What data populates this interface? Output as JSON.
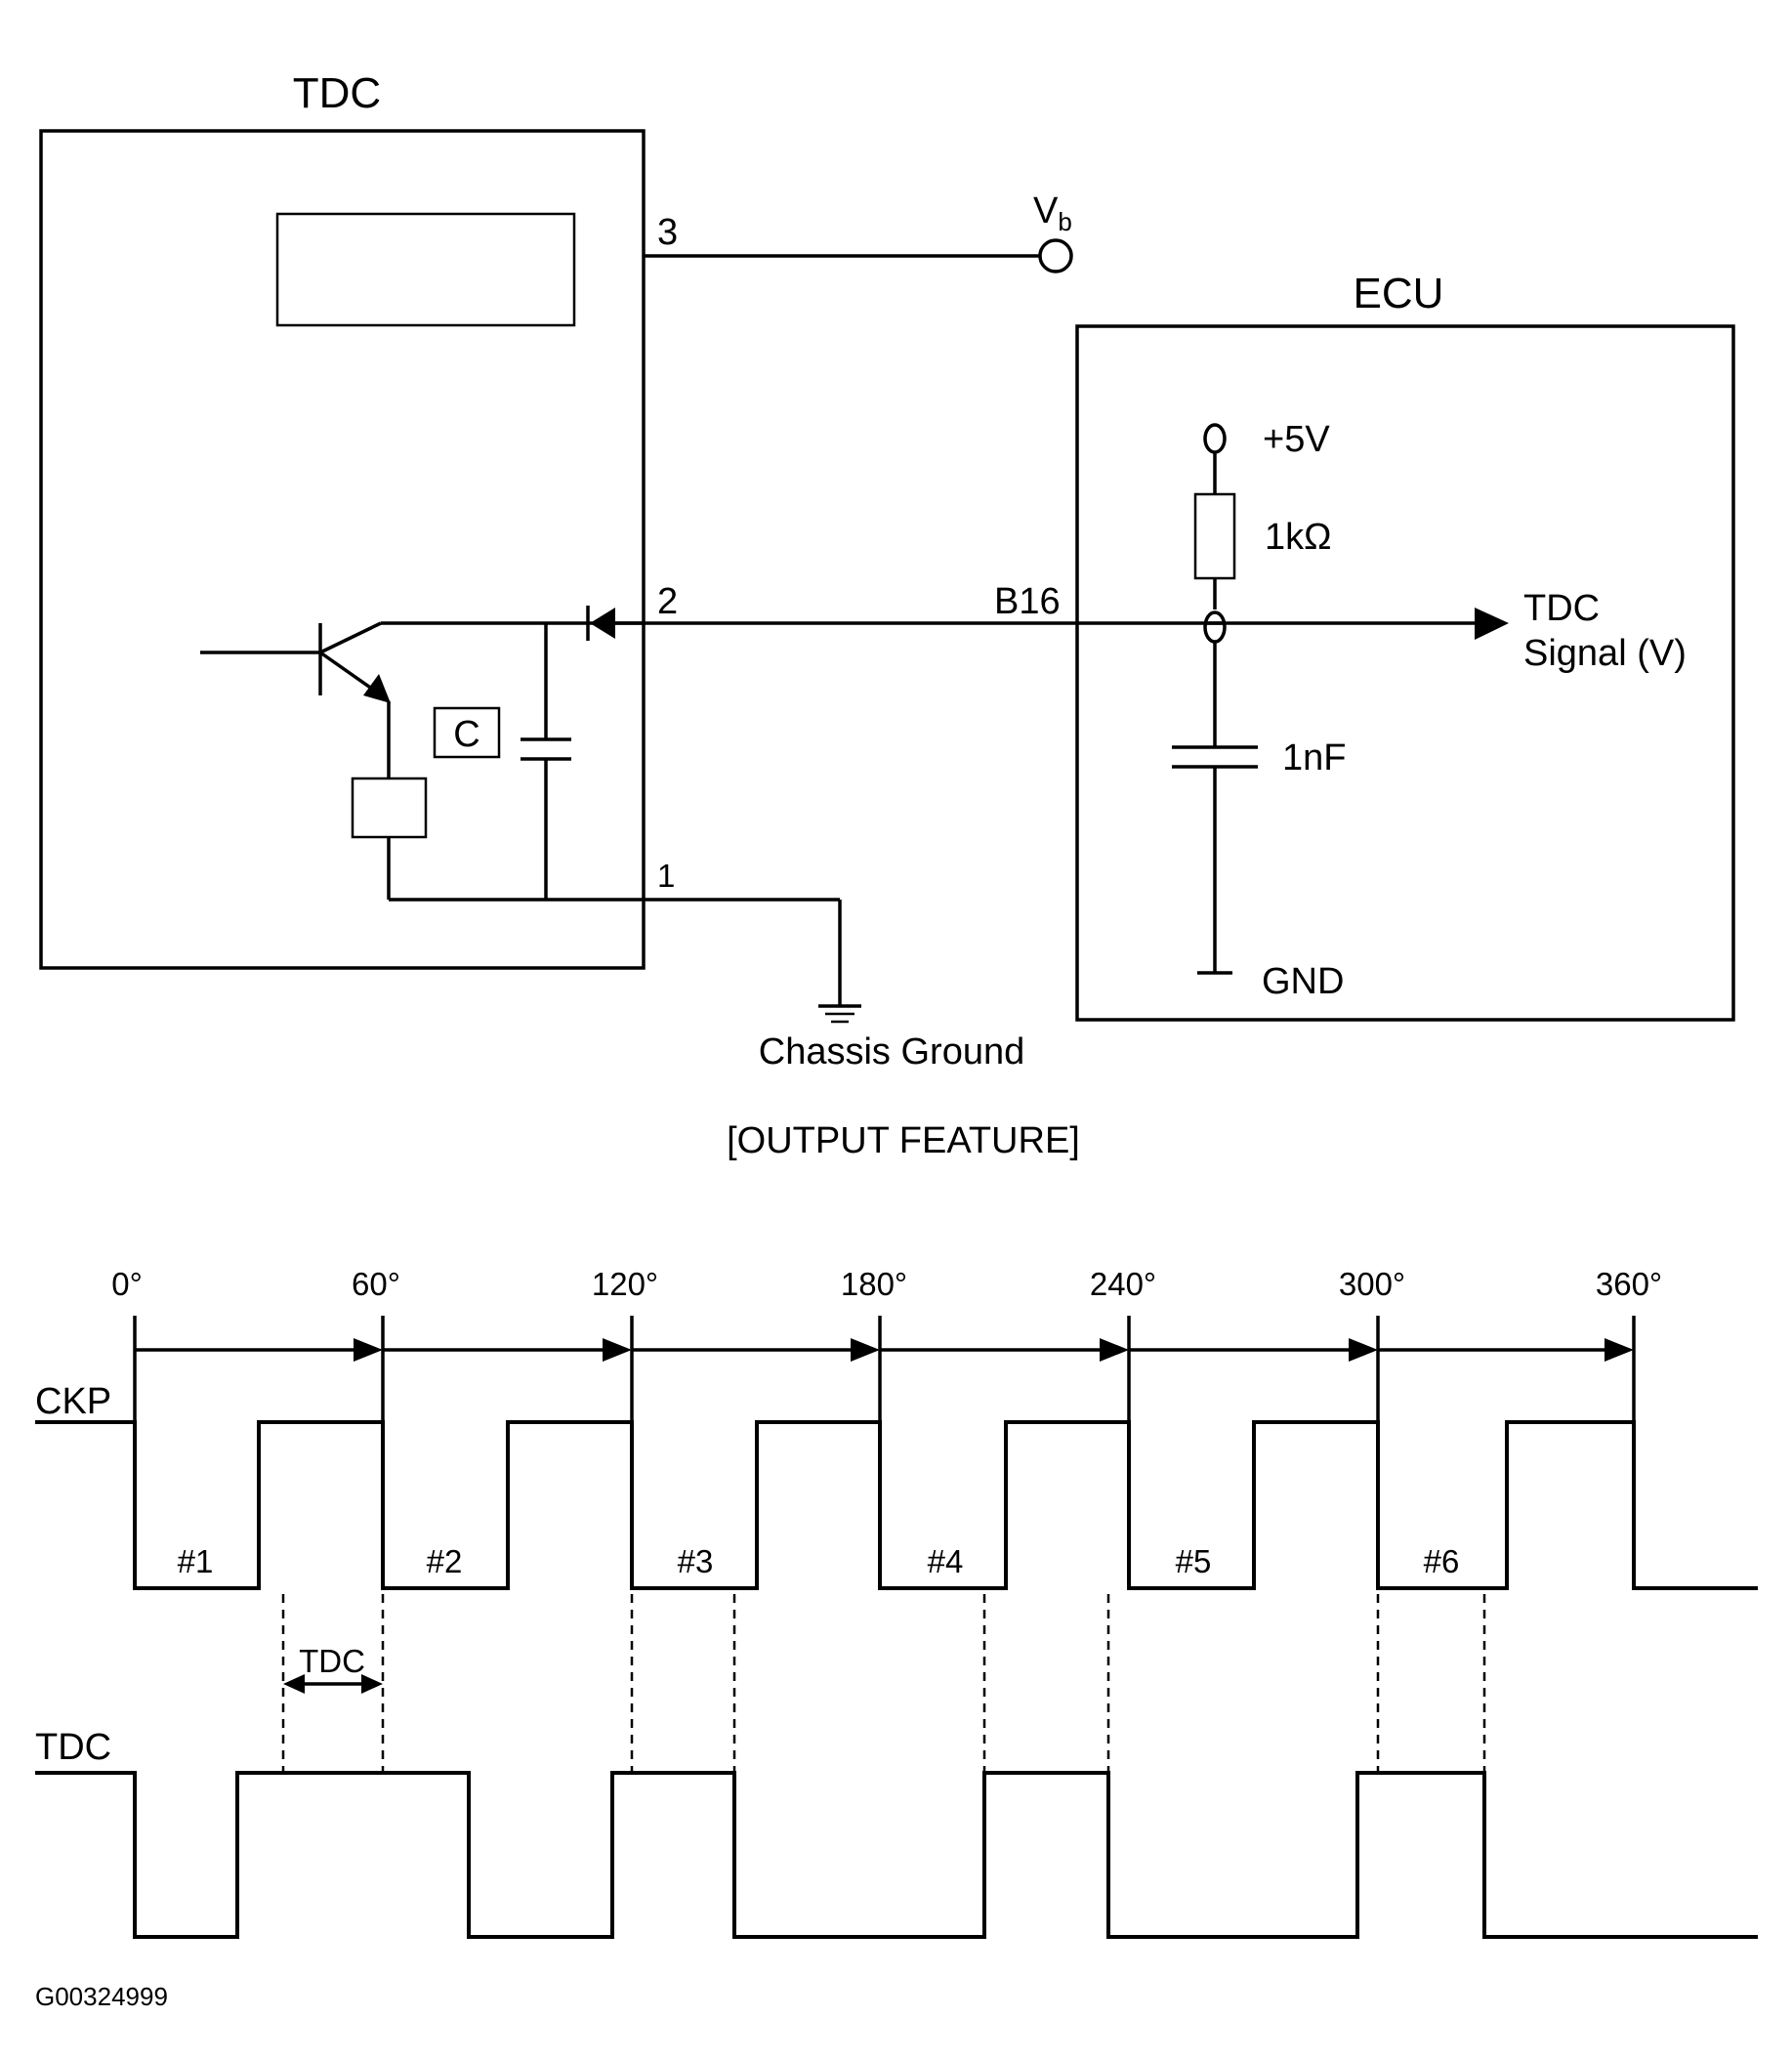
{
  "circuit": {
    "tdc_box_title": "TDC",
    "ecu_box_title": "ECU",
    "pin_3": "3",
    "pin_2": "2",
    "pin_1": "1",
    "vb_label": "V",
    "vb_subscript": "b",
    "b16_label": "B16",
    "plus5v_label": "+5V",
    "resistor_label": "1kΩ",
    "capacitor_label": "1nF",
    "tdc_signal_line1": "TDC",
    "tdc_signal_line2": "Signal (V)",
    "gnd_label": "GND",
    "chassis_ground_label": "Chassis Ground",
    "c_box_label": "C"
  },
  "section_title": "[OUTPUT FEATURE]",
  "timing": {
    "angle_labels": [
      "0°",
      "60°",
      "120°",
      "180°",
      "240°",
      "300°",
      "360°"
    ],
    "ckp_label": "CKP",
    "tdc_label": "TDC",
    "tdc_interval_label": "TDC",
    "cylinder_labels": [
      "#1",
      "#2",
      "#3",
      "#4",
      "#5",
      "#6"
    ]
  },
  "figure_id": "G00324999"
}
